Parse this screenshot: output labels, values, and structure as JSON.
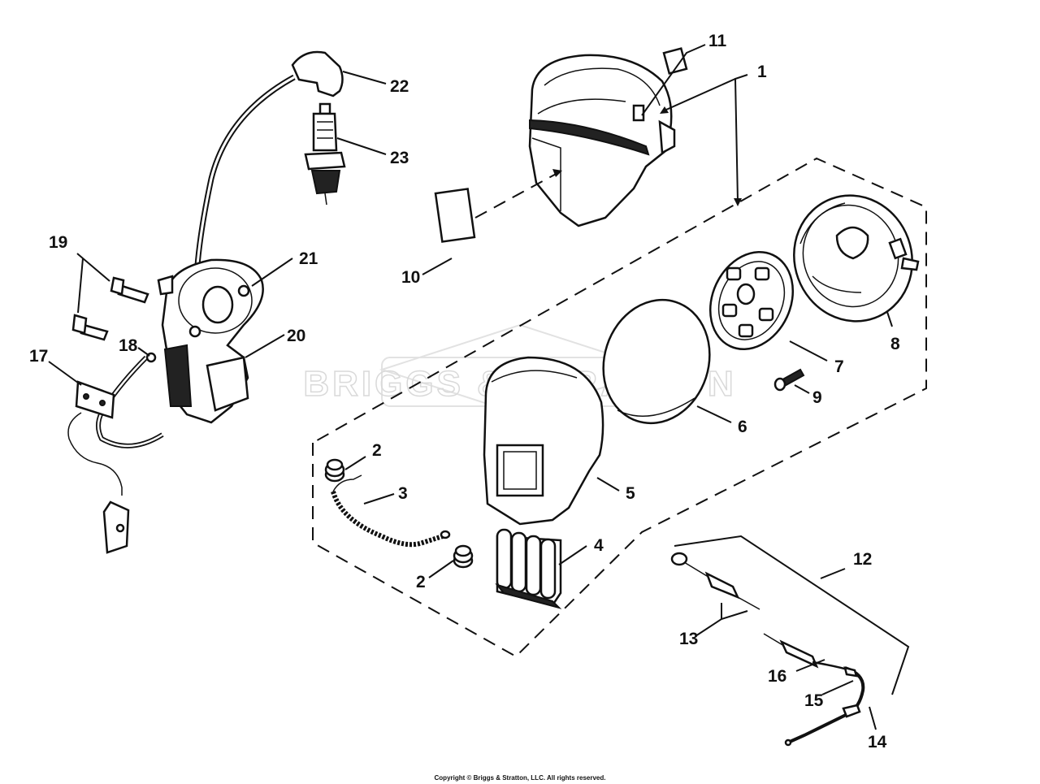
{
  "watermark": "BRIGGS & STRATTON",
  "copyright": "Copyright © Briggs & Stratton, LLC. All rights reserved.",
  "callouts": [
    {
      "id": "1",
      "label": "1"
    },
    {
      "id": "2a",
      "label": "2"
    },
    {
      "id": "2b",
      "label": "2"
    },
    {
      "id": "3",
      "label": "3"
    },
    {
      "id": "4",
      "label": "4"
    },
    {
      "id": "5",
      "label": "5"
    },
    {
      "id": "6",
      "label": "6"
    },
    {
      "id": "7",
      "label": "7"
    },
    {
      "id": "8",
      "label": "8"
    },
    {
      "id": "9",
      "label": "9"
    },
    {
      "id": "10",
      "label": "10"
    },
    {
      "id": "11",
      "label": "11"
    },
    {
      "id": "12",
      "label": "12"
    },
    {
      "id": "13",
      "label": "13"
    },
    {
      "id": "14",
      "label": "14"
    },
    {
      "id": "15",
      "label": "15"
    },
    {
      "id": "16",
      "label": "16"
    },
    {
      "id": "17",
      "label": "17"
    },
    {
      "id": "18",
      "label": "18"
    },
    {
      "id": "19",
      "label": "19"
    },
    {
      "id": "20",
      "label": "20"
    },
    {
      "id": "21",
      "label": "21"
    },
    {
      "id": "22",
      "label": "22"
    },
    {
      "id": "23",
      "label": "23"
    }
  ]
}
